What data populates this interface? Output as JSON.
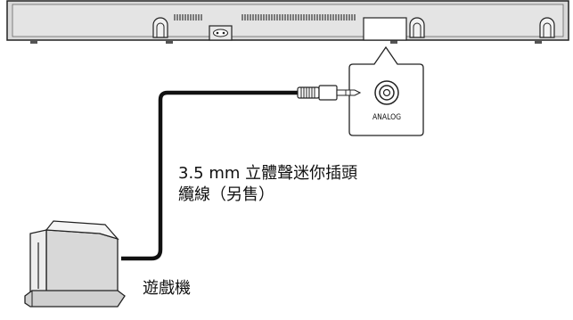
{
  "jack_label": "ANALOG",
  "cable_label": {
    "line1": "3.5 mm 立體聲迷你插頭",
    "line2": "纜線（另售）"
  },
  "device_label": "遊戲機"
}
